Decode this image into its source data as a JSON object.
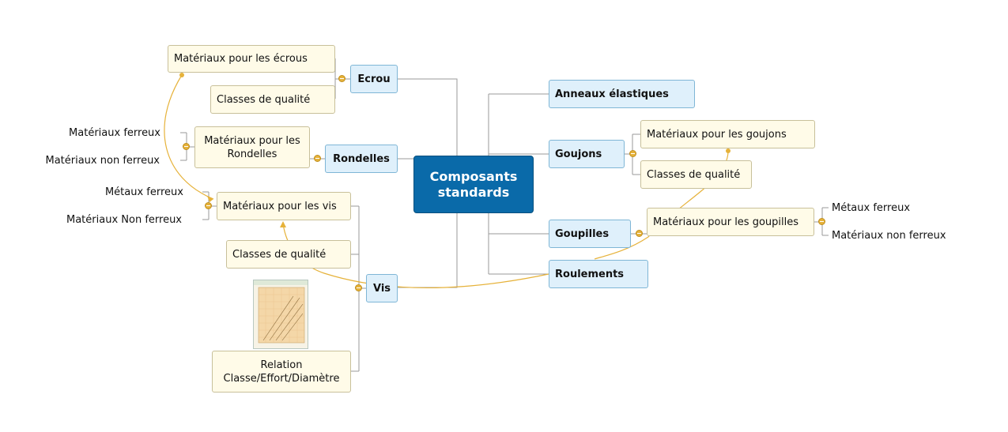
{
  "central": {
    "label": "Composants standards"
  },
  "branches": {
    "ecrou": {
      "label": "Ecrou",
      "children": [
        "Matériaux pour les écrous",
        "Classes de qualité"
      ]
    },
    "rondelles": {
      "label": "Rondelles",
      "child": "Matériaux pour les Rondelles",
      "leaves": [
        "Matériaux ferreux",
        "Matériaux non ferreux"
      ]
    },
    "vis": {
      "label": "Vis",
      "children": [
        "Matériaux pour les vis",
        "Classes de qualité",
        "Relation Classe/Effort/Diamètre"
      ],
      "leaves": [
        "Métaux ferreux",
        "Matériaux Non ferreux"
      ]
    },
    "anneaux": {
      "label": "Anneaux élastiques"
    },
    "goujons": {
      "label": "Goujons",
      "children": [
        "Matériaux pour les goujons",
        "Classes de qualité"
      ]
    },
    "goupilles": {
      "label": "Goupilles",
      "child": "Matériaux pour les goupilles",
      "leaves": [
        "Métaux ferreux",
        "Matériaux non ferreux"
      ]
    },
    "roulements": {
      "label": "Roulements"
    }
  },
  "colors": {
    "central_fill": "#0a6aa9",
    "main_fill": "#dff0fb",
    "sub_fill": "#fffbe8",
    "connector": "#999999",
    "relationship": "#e6b23a"
  }
}
